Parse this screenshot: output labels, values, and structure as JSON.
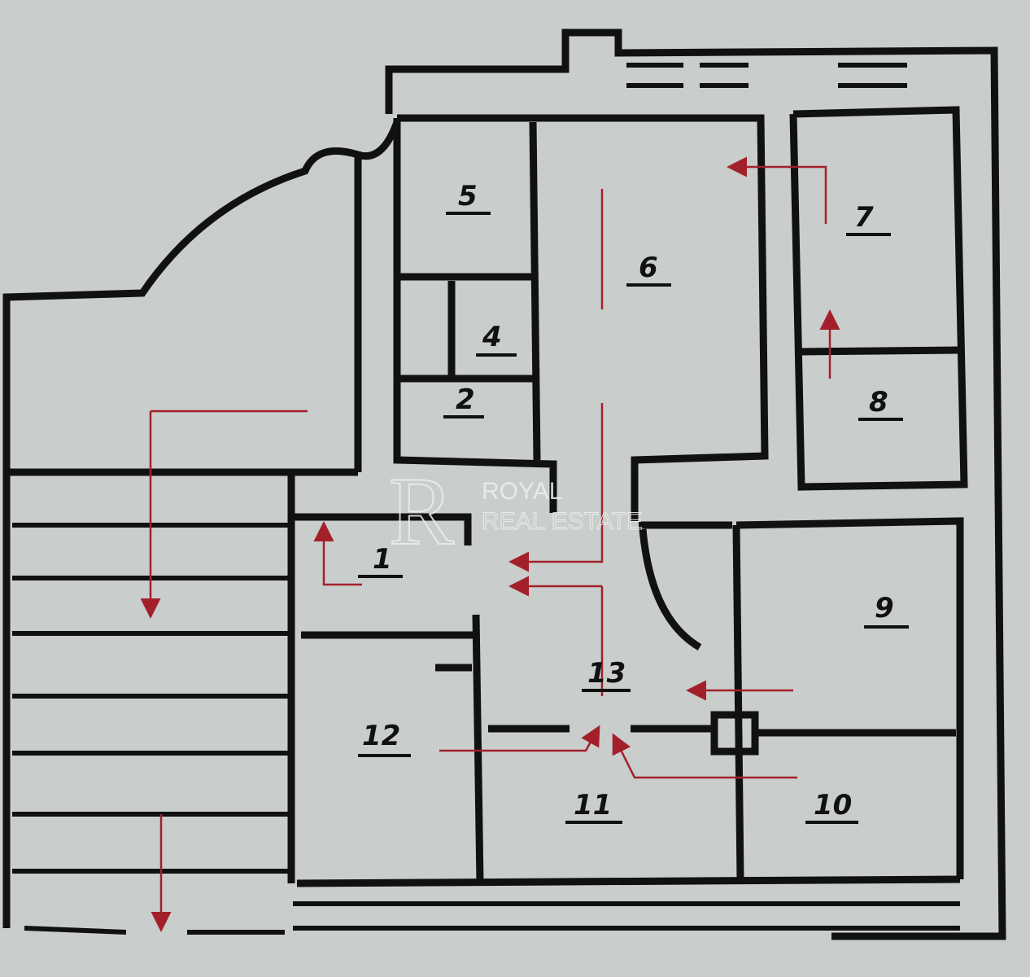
{
  "plan": {
    "rooms": [
      {
        "label": "1"
      },
      {
        "label": "2"
      },
      {
        "label": "4"
      },
      {
        "label": "5"
      },
      {
        "label": "6"
      },
      {
        "label": "7"
      },
      {
        "label": "8"
      },
      {
        "label": "9"
      },
      {
        "label": "10"
      },
      {
        "label": "11"
      },
      {
        "label": "12"
      },
      {
        "label": "13"
      }
    ]
  },
  "watermark": {
    "line1": "ROYAL",
    "line2": "REAL ESTATE",
    "monogram": "R"
  },
  "colors": {
    "paper": "#c9cdcc",
    "wall": "#111111",
    "arrow": "#a3202a"
  }
}
